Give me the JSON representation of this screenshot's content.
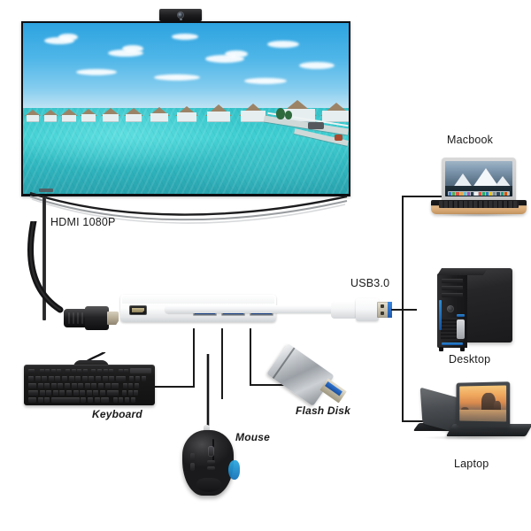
{
  "diagram": {
    "title": "USB 3.0 Hub with HDMI Connection Diagram",
    "background_color": "#ffffff",
    "wire_color": "#1a1a1a"
  },
  "labels": {
    "hdmi": "HDMI 1080P",
    "usb": "USB3.0",
    "keyboard": "Keyboard",
    "mouse": "Mouse",
    "flash_disk": "Flash Disk",
    "macbook": "Macbook",
    "desktop": "Desktop",
    "laptop": "Laptop"
  },
  "source_devices": [
    {
      "name": "tv",
      "label": "HDMI 1080P",
      "label_style": "plain",
      "description": "Wall-mounted flat screen TV displaying a tropical overwater bungalow resort scene, with a clip-on webcam bar on top"
    }
  ],
  "hub": {
    "name": "usb3-hdmi-hub",
    "body_color": "#ffffff",
    "ports": [
      {
        "type": "hdmi-female",
        "label": "HDMI"
      },
      {
        "type": "usb3-a",
        "label": "USB3.0",
        "color": "#1f58ad"
      },
      {
        "type": "usb3-a",
        "label": "USB3.0",
        "color": "#1f58ad"
      },
      {
        "type": "usb3-a",
        "label": "USB3.0",
        "color": "#1f58ad"
      }
    ],
    "cables": [
      {
        "type": "hdmi-male",
        "color": "#111113",
        "target": "tv"
      },
      {
        "type": "usb3-a-male",
        "color": "#ffffff",
        "target": "host-computers"
      }
    ]
  },
  "peripherals": [
    {
      "name": "keyboard",
      "label": "Keyboard",
      "label_style": "italic",
      "description": "Full-size wired black keyboard with numeric keypad"
    },
    {
      "name": "mouse",
      "label": "Mouse",
      "label_style": "italic",
      "description": "Wired black gaming mouse with blue side accent"
    },
    {
      "name": "flash-disk",
      "label": "Flash Disk",
      "label_style": "italic",
      "description": "Silver USB 3.0 flash drive with blue connector"
    }
  ],
  "hosts": [
    {
      "name": "macbook",
      "label": "Macbook",
      "label_style": "plain",
      "description": "Gold MacBook laptop showing a mountain desktop wallpaper with dock"
    },
    {
      "name": "desktop",
      "label": "Desktop",
      "label_style": "plain",
      "description": "Black mid-tower desktop PC with blue front accents"
    },
    {
      "name": "laptop",
      "label": "Laptop",
      "label_style": "plain",
      "description": "Pair of dark grey laptops, one showing a beach sunset wallpaper"
    }
  ],
  "screen_content": {
    "tv": {
      "scene": "Tropical resort: row of thatched overwater bungalows beside a turquoise lagoon under a blue sky with scattered clouds"
    },
    "macbook": {
      "scene": "Mountain valley wallpaper with pine forest"
    },
    "laptop": {
      "scene": "Beach sunset with sea stack rock formation"
    }
  }
}
